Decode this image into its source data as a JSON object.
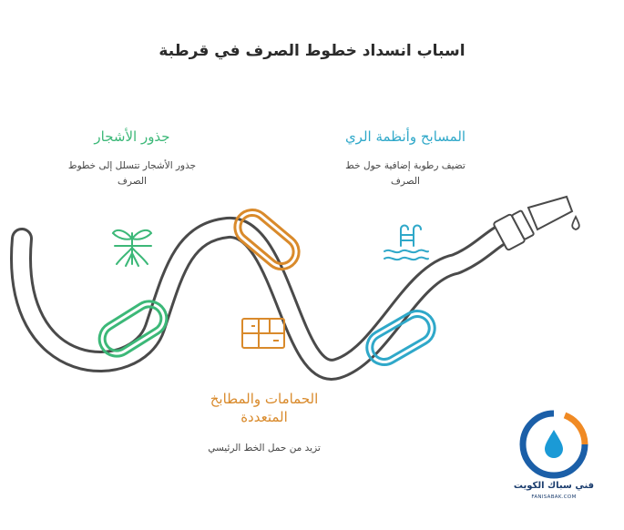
{
  "title": "اسباب انسداد خطوط الصرف في قرطبة",
  "causes": {
    "roots": {
      "heading": "جذور الأشجار",
      "desc_line1": "جذور الأشجار تتسلل إلى خطوط",
      "desc_line2": "الصرف",
      "color": "#3cb878",
      "icon": "plant-roots-icon"
    },
    "pools": {
      "heading": "المسابح وأنظمة الري",
      "desc_line1": "تضيف رطوبة إضافية حول خط",
      "desc_line2": "الصرف",
      "color": "#2fa8c9",
      "icon": "swimming-pool-icon"
    },
    "baths": {
      "heading_line1": "الحمامات والمطابخ",
      "heading_line2": "المتعددة",
      "desc": "تزيد من حمل الخط الرئيسي",
      "color": "#d98a2b",
      "icon": "floor-plan-icon"
    }
  },
  "brand": {
    "name": "فني سباك الكويت",
    "domain": "FANISABAK.COM",
    "icon": "water-drop-logo-icon"
  }
}
